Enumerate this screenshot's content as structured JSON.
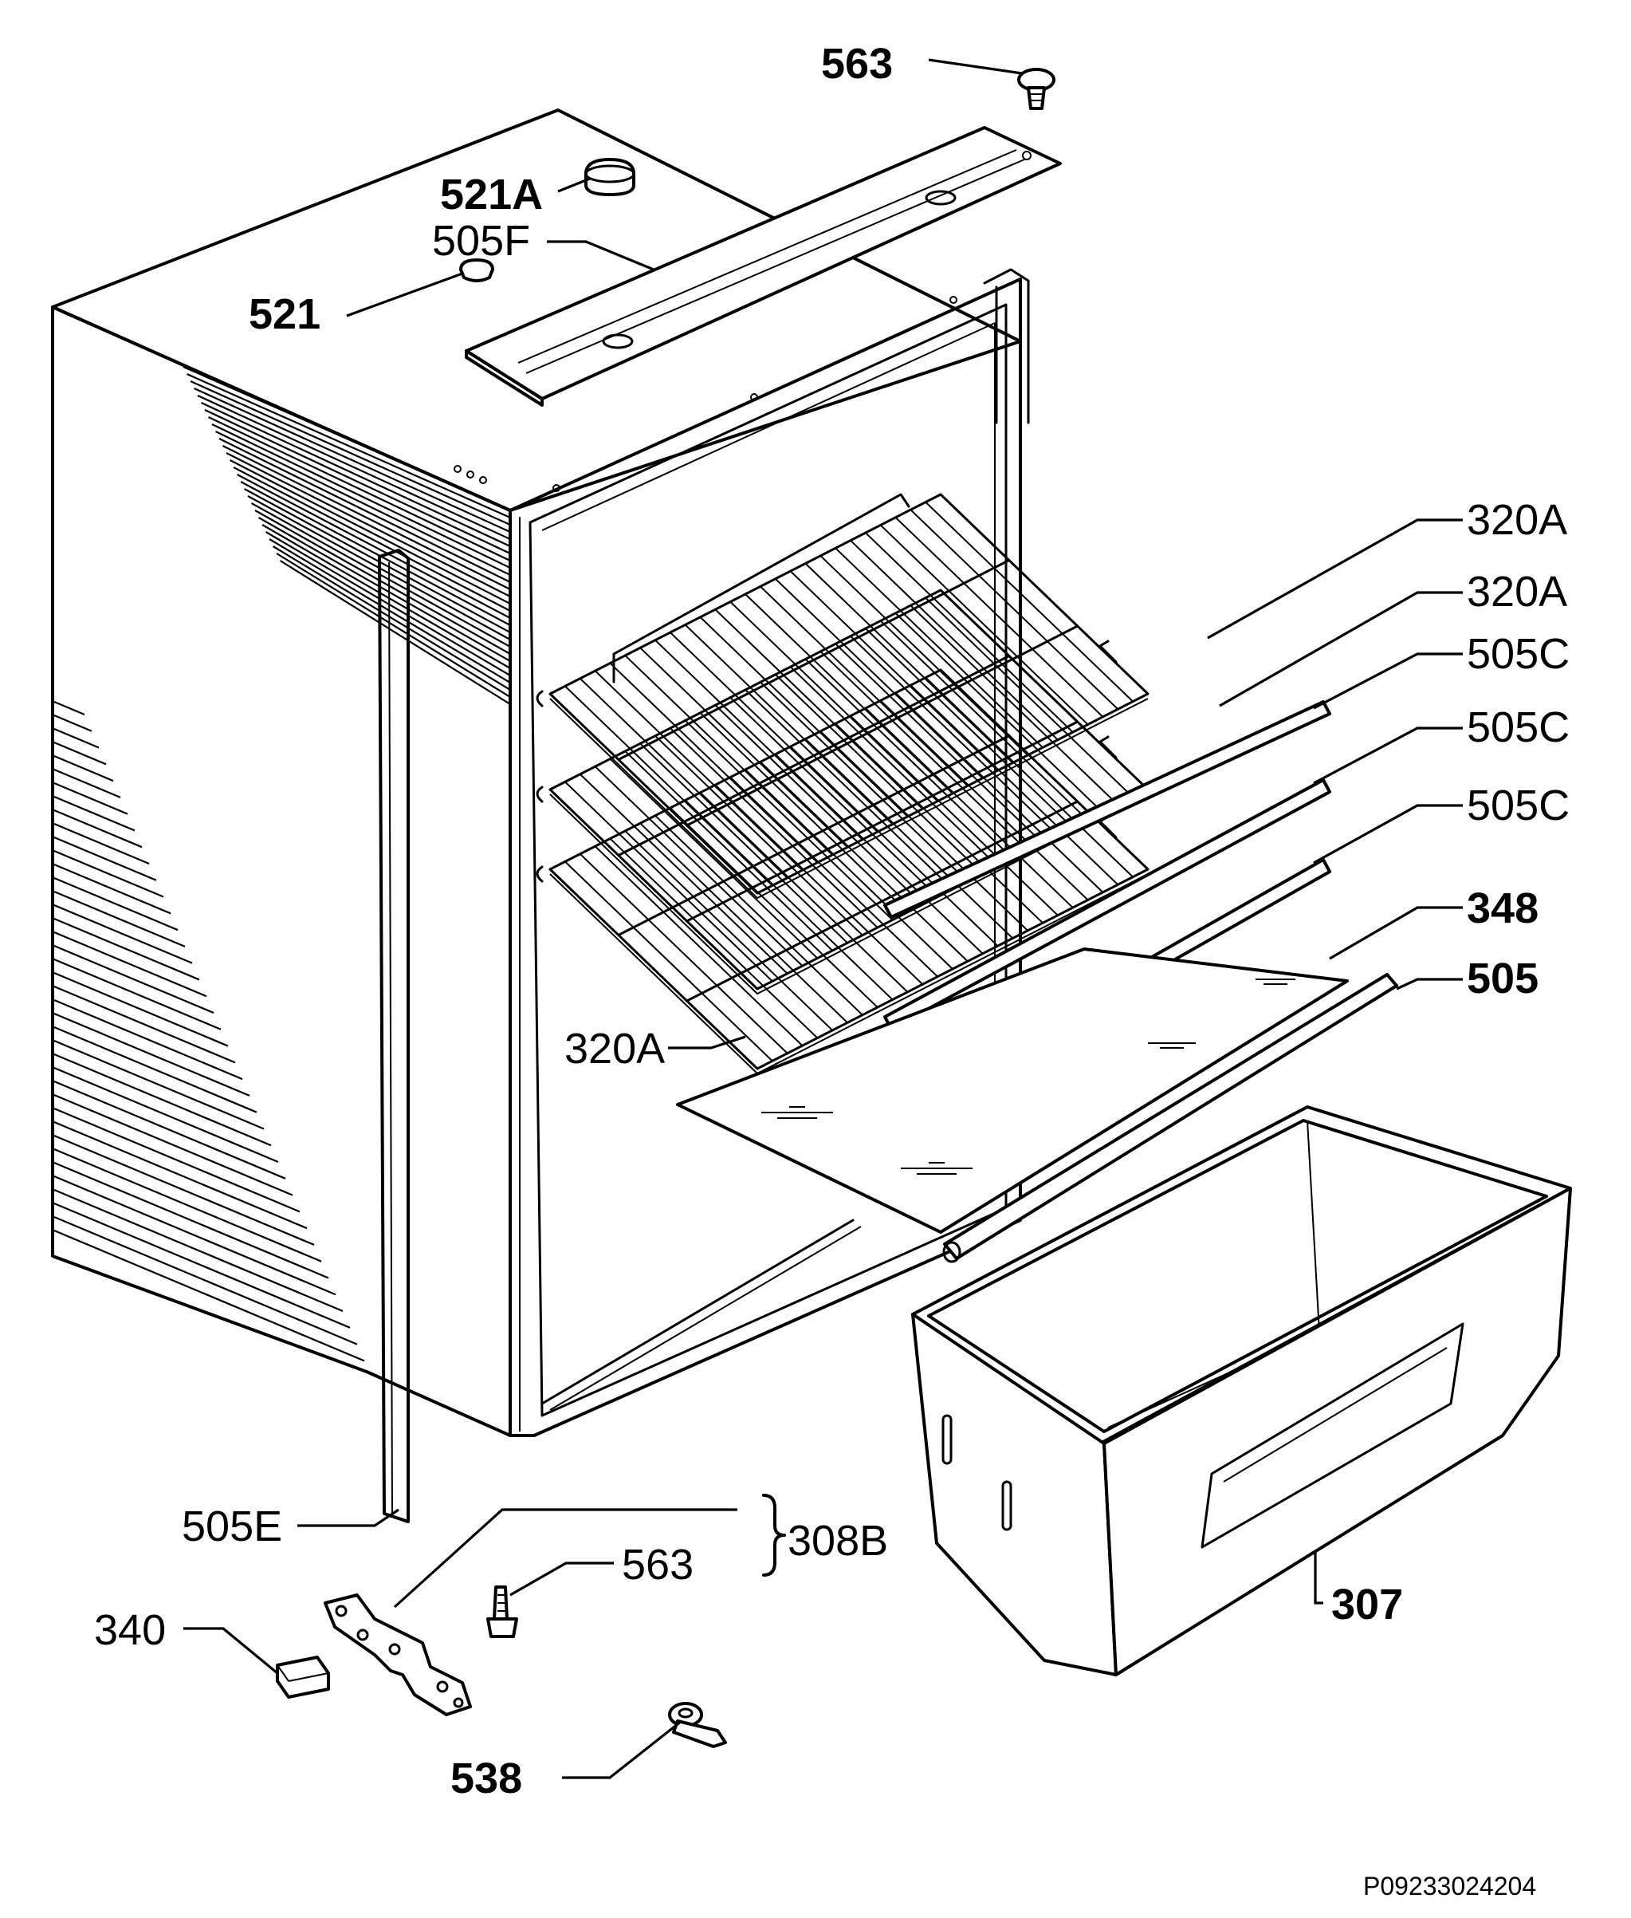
{
  "diagram": {
    "drawing_code": "P09233024204",
    "callouts": [
      {
        "id": "c563top",
        "text": "563"
      },
      {
        "id": "c521a",
        "text": "521A"
      },
      {
        "id": "c505f",
        "text": "505F"
      },
      {
        "id": "c521",
        "text": "521"
      },
      {
        "id": "c320a1",
        "text": "320A"
      },
      {
        "id": "c320a2",
        "text": "320A"
      },
      {
        "id": "c505c1",
        "text": "505C"
      },
      {
        "id": "c505c2",
        "text": "505C"
      },
      {
        "id": "c505c3",
        "text": "505C"
      },
      {
        "id": "c348",
        "text": "348"
      },
      {
        "id": "c505",
        "text": "505"
      },
      {
        "id": "c320a3",
        "text": "320A"
      },
      {
        "id": "c505e",
        "text": "505E"
      },
      {
        "id": "c308b",
        "text": "308B"
      },
      {
        "id": "c563b",
        "text": "563"
      },
      {
        "id": "c307",
        "text": "307"
      },
      {
        "id": "c340",
        "text": "340"
      },
      {
        "id": "c538",
        "text": "538"
      }
    ]
  }
}
